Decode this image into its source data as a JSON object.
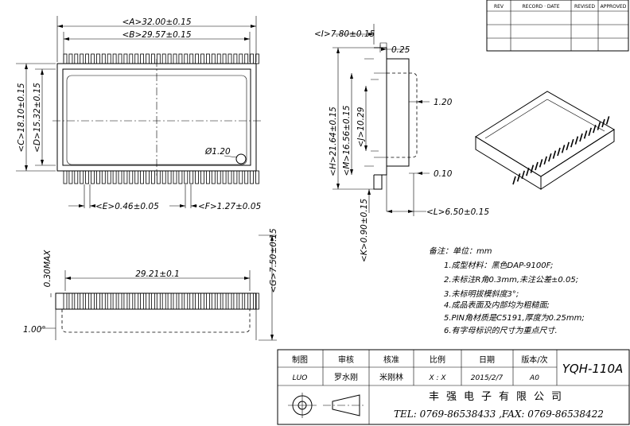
{
  "revision_table": {
    "headers": [
      "REV",
      "RECORD · DATE",
      "REVISED",
      "APPROVED"
    ]
  },
  "top_view": {
    "dim_a": "<A>32.00±0.15",
    "dim_b": "<B>29.57±0.15",
    "dim_c": "<C>18.10±0.15",
    "dim_d": "<D>15.32±0.15",
    "dim_e": "<E>0.46±0.05",
    "dim_f": "<F>1.27±0.05",
    "dim_dia": "Ø1.20"
  },
  "side_view": {
    "dim_i": "<I>7.80±0.15",
    "dim_025": "0.25",
    "dim_120": "1.20",
    "dim_h": "<H>21.64±0.15",
    "dim_m": "<M>16.56±0.15",
    "dim_j": "<J>10.29",
    "dim_010": "0.10",
    "dim_l": "<L>6.50±0.15",
    "dim_k": "<K>0.90±0.15"
  },
  "front_view": {
    "dim_030": "0.30MAX",
    "dim_2921": "29.21±0.1",
    "dim_g": "<G>7.50±0.15",
    "dim_angle": "1.00°"
  },
  "notes": [
    "备注：单位：mm",
    "1.成型材料：黑色DAP-9100F;",
    "2.未标注R角0.3mm,未注公差±0.05;",
    "3.未标明拔模斜度3°;",
    "4.成品表面及内部均为粗糙面;",
    "5.PIN角材质是C5191,厚度为0.25mm;",
    "6.有字母标识的尺寸为重点尺寸."
  ],
  "title_block": {
    "headers": [
      "制图",
      "审核",
      "核准",
      "比例",
      "日期",
      "版本/次"
    ],
    "values": [
      "LUO",
      "罗水刚",
      "米刚林",
      "X : X",
      "2015/2/7",
      "A0"
    ],
    "model": "YQH-110A",
    "company": "丰强电子有限公司",
    "contact": "TEL: 0769-86538433 ,FAX: 0769-86538422"
  }
}
